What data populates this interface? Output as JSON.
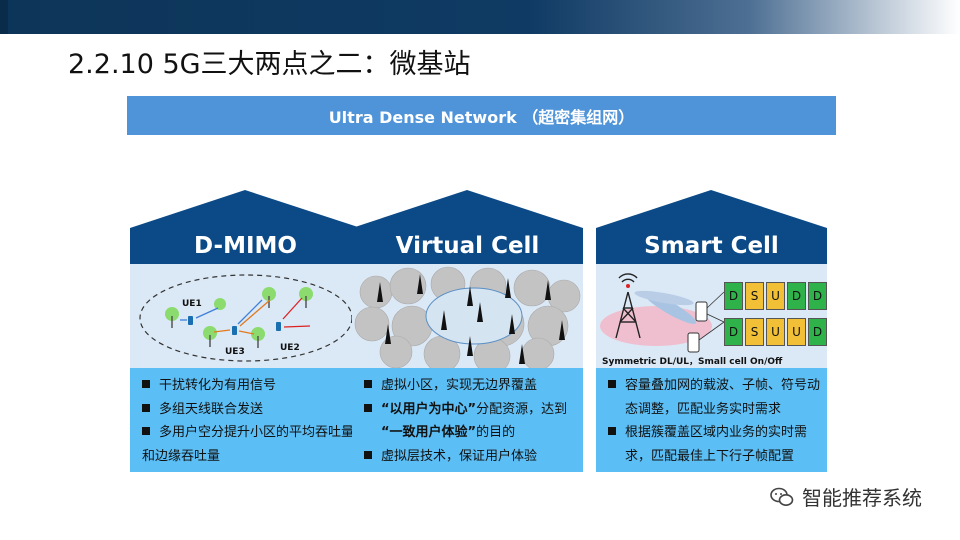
{
  "slide": {
    "title": "2.2.10 5G三大两点之二：微基站",
    "banner": "Ultra Dense Network （超密集组网）",
    "columns": [
      {
        "title": "D-MIMO",
        "labels": {
          "ue1": "UE1",
          "ue2": "UE2",
          "ue3": "UE3"
        },
        "bullets": [
          "干扰转化为有用信号",
          "多组天线联合发送",
          "多用户空分提升小区的平均吞吐量和边缘吞吐量"
        ]
      },
      {
        "title": "Virtual Cell",
        "bullets": [
          {
            "pre": "虚拟小区，实现无边界覆盖",
            "bold": "",
            "post": ""
          },
          {
            "pre": "",
            "bold": "“以用户为中心”",
            "post": "分配资源，达到"
          },
          {
            "pre": "",
            "bold": "“一致用户体验”",
            "post": "的目的"
          },
          {
            "pre": "虚拟层技术，保证用户体验",
            "bold": "",
            "post": ""
          }
        ]
      },
      {
        "title": "Smart Cell",
        "frame_row1": [
          "D",
          "S",
          "U",
          "D",
          "D"
        ],
        "frame_row2": [
          "D",
          "S",
          "U",
          "U",
          "D"
        ],
        "caption": "Symmetric DL/UL，Small cell On/Off",
        "bullets": [
          "容量叠加网的载波、子帧、符号动态调整，匹配业务实时需求",
          "根据簇覆盖区域内业务的实时需求，匹配最佳上下行子帧配置"
        ]
      }
    ],
    "watermark": "智能推荐系统"
  },
  "colors": {
    "header_blue": "#0b4a86",
    "banner_blue": "#4f93d8",
    "bullet_bg": "#5bbef5",
    "frame_green": "#2fb24a",
    "frame_yellow": "#f2c037"
  }
}
